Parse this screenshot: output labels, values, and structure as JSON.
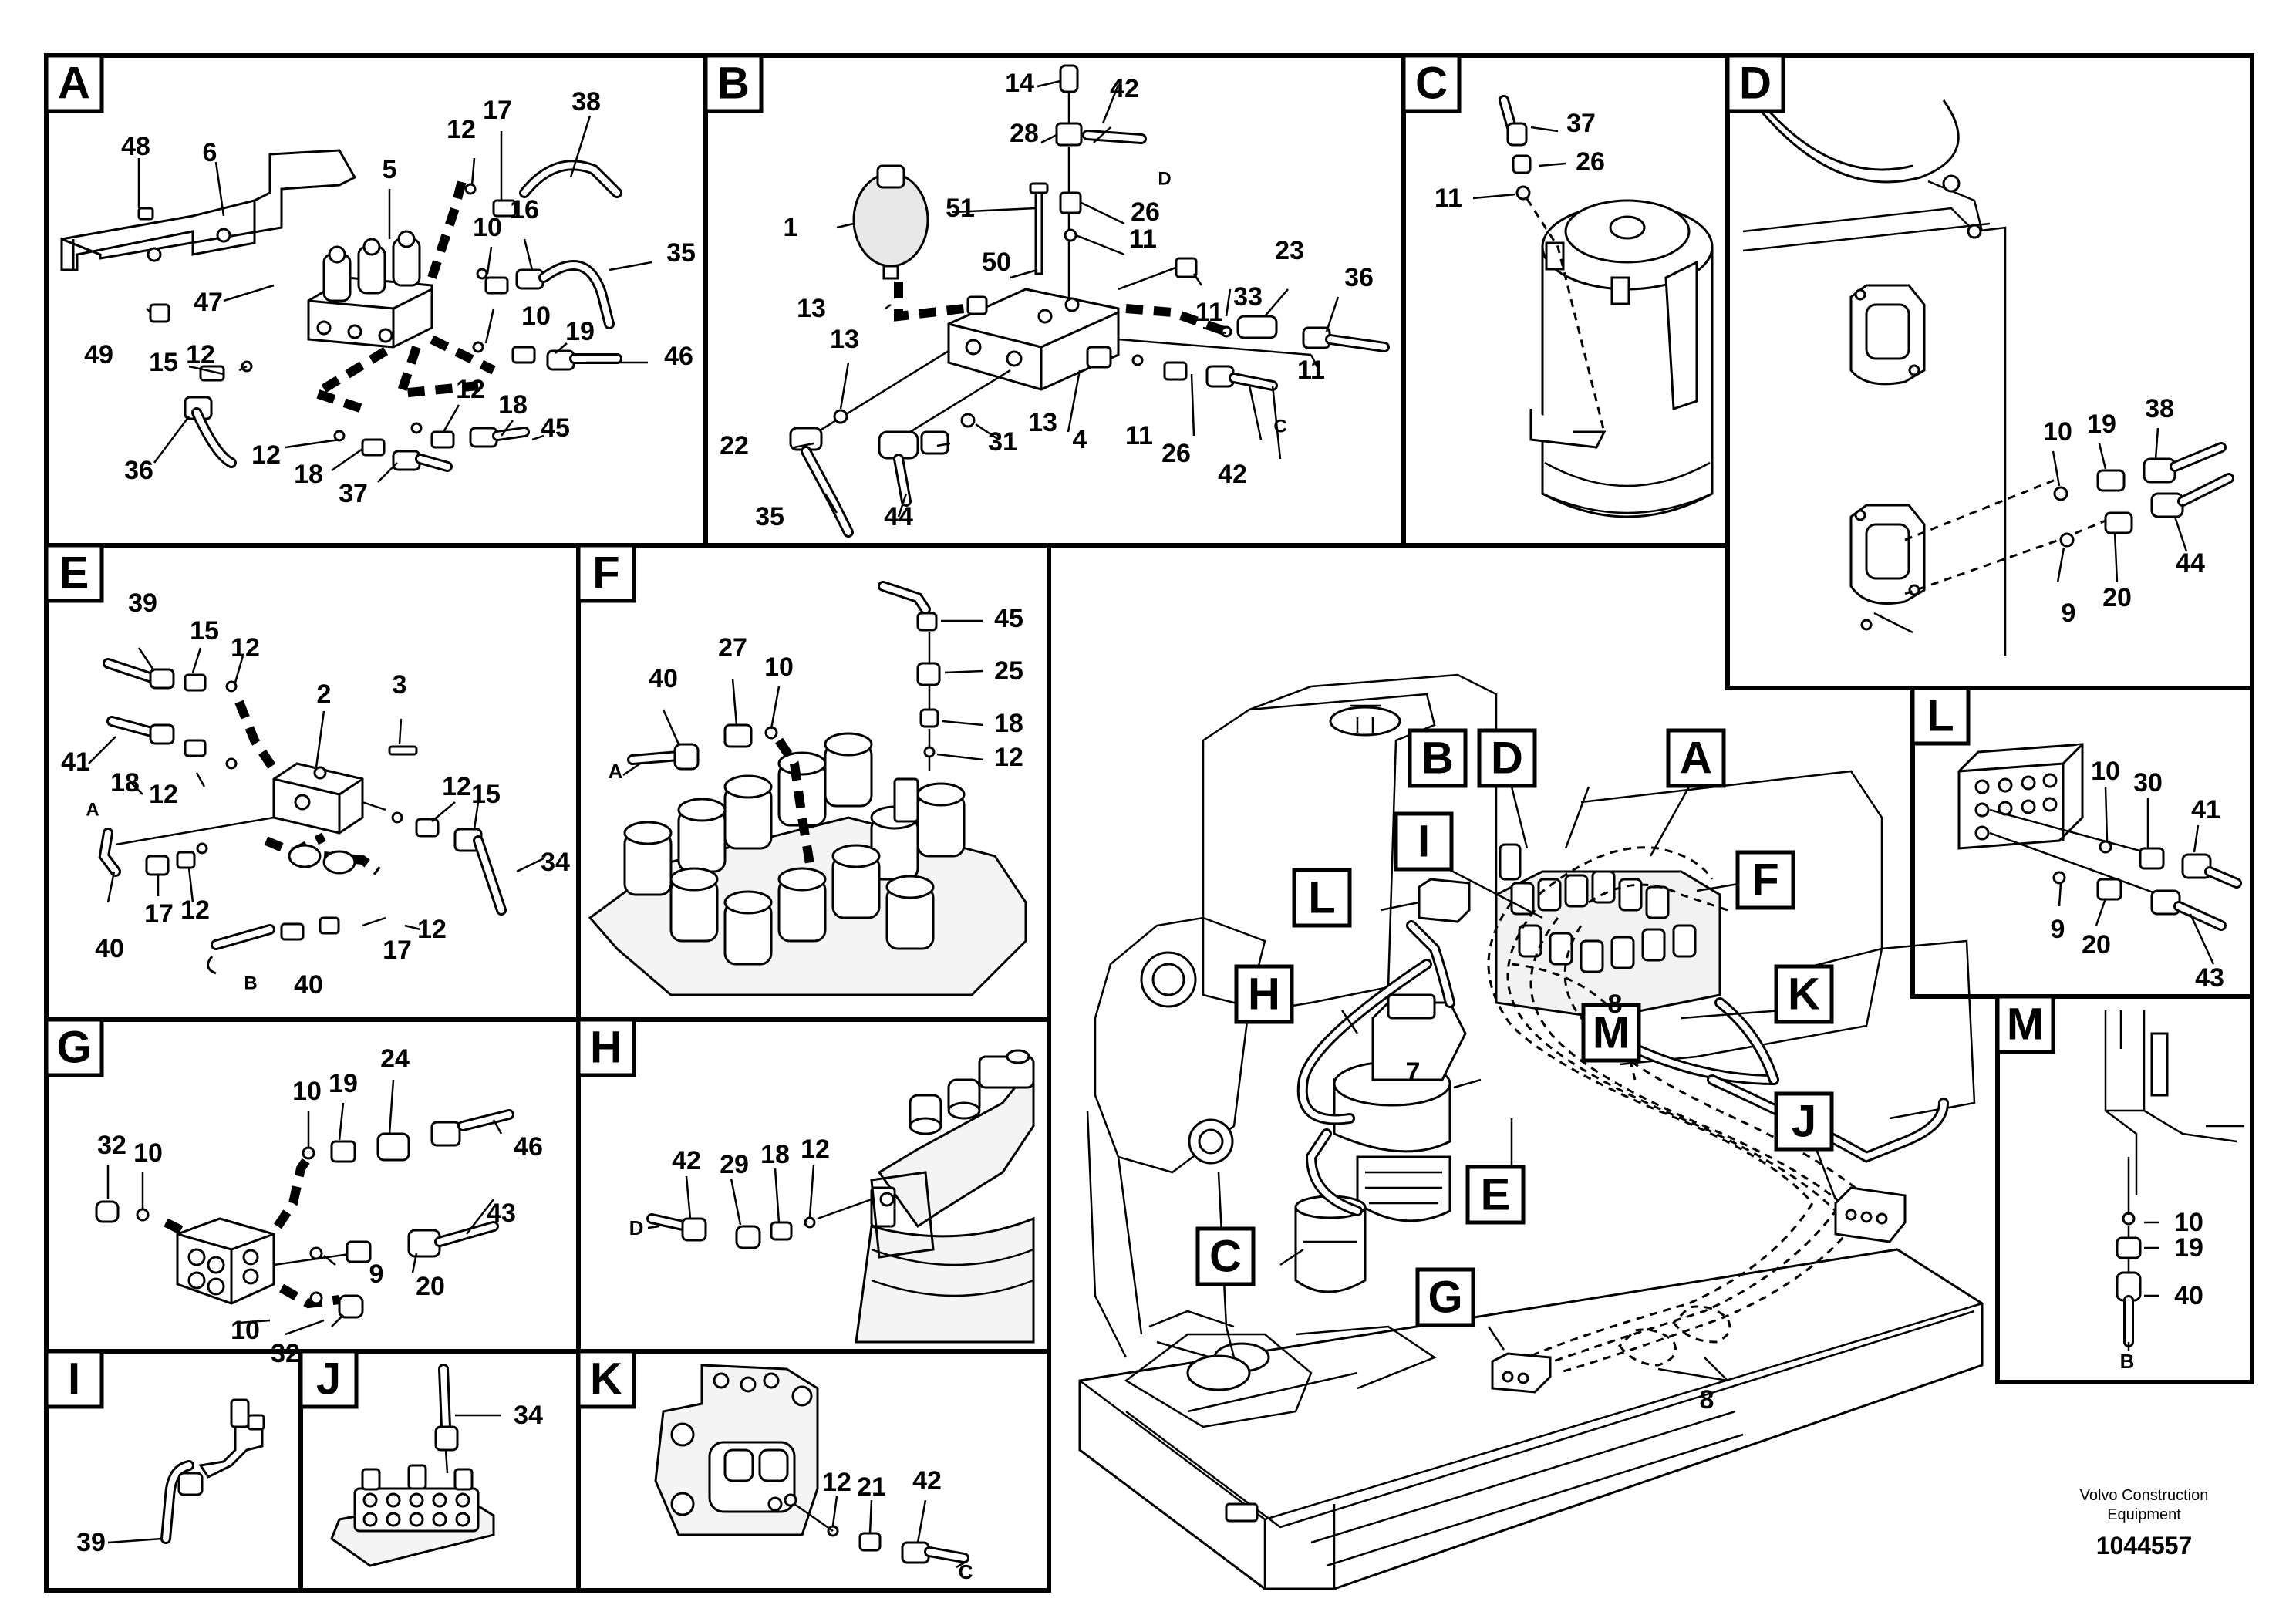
{
  "panels": {
    "A": {
      "label": "A",
      "callouts": [
        "48",
        "6",
        "5",
        "12",
        "17",
        "38",
        "10",
        "16",
        "35",
        "47",
        "49",
        "15",
        "12",
        "10",
        "19",
        "46",
        "12",
        "18",
        "45",
        "36",
        "12",
        "18",
        "37"
      ]
    },
    "B": {
      "label": "B",
      "callouts": [
        "14",
        "42",
        "28",
        "D",
        "1",
        "51",
        "26",
        "11",
        "50",
        "13",
        "11",
        "33",
        "23",
        "36",
        "13",
        "11",
        "22",
        "31",
        "13",
        "4",
        "11",
        "26",
        "42",
        "C",
        "35",
        "44"
      ]
    },
    "C": {
      "label": "C",
      "callouts": [
        "37",
        "26",
        "11"
      ]
    },
    "D": {
      "label": "D",
      "callouts": [
        "10",
        "19",
        "38",
        "9",
        "20",
        "44"
      ]
    },
    "E": {
      "label": "E",
      "callouts": [
        "39",
        "15",
        "12",
        "2",
        "3",
        "41",
        "18",
        "12",
        "A",
        "12",
        "15",
        "34",
        "40",
        "17",
        "12",
        "17",
        "12",
        "B",
        "40"
      ]
    },
    "F": {
      "label": "F",
      "callouts": [
        "45",
        "27",
        "10",
        "40",
        "25",
        "A",
        "18",
        "12"
      ]
    },
    "G": {
      "label": "G",
      "callouts": [
        "10",
        "19",
        "24",
        "32",
        "10",
        "46",
        "43",
        "9",
        "20",
        "10",
        "32"
      ]
    },
    "H": {
      "label": "H",
      "callouts": [
        "42",
        "29",
        "18",
        "12",
        "D"
      ]
    },
    "I": {
      "label": "I",
      "callouts": [
        "39"
      ]
    },
    "J": {
      "label": "J",
      "callouts": [
        "34"
      ]
    },
    "K": {
      "label": "K",
      "callouts": [
        "12",
        "21",
        "42",
        "C"
      ]
    },
    "L": {
      "label": "L",
      "callouts": [
        "10",
        "30",
        "41",
        "9",
        "20",
        "43"
      ]
    },
    "M": {
      "label": "M",
      "callouts": [
        "10",
        "19",
        "40",
        "B"
      ]
    }
  },
  "overview": {
    "labels": [
      "B",
      "D",
      "A",
      "I",
      "F",
      "L",
      "H",
      "K",
      "M",
      "J",
      "E",
      "C",
      "G"
    ],
    "callouts": [
      "8",
      "7",
      "8"
    ]
  },
  "footer": {
    "company_line1": "Volvo Construction",
    "company_line2": "Equipment",
    "document_number": "1044557"
  }
}
